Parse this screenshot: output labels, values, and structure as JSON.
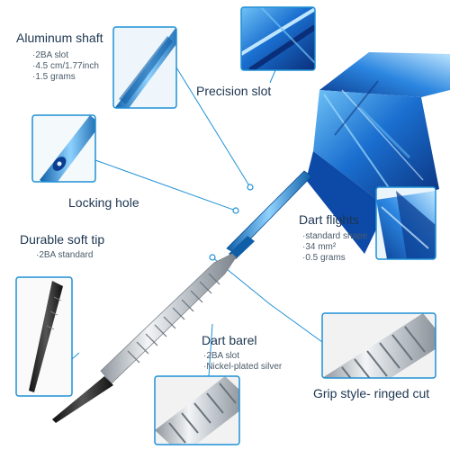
{
  "aluminum_shaft": {
    "title": "Aluminum shaft",
    "specs": [
      "·2BA slot",
      "·4.5 cm/1.77inch",
      "·1.5 grams"
    ]
  },
  "precision_slot": {
    "title": "Precision slot"
  },
  "locking_hole": {
    "title": "Locking hole"
  },
  "soft_tip": {
    "title": "Durable soft tip",
    "specs": [
      "·2BA standard"
    ]
  },
  "dart_flights": {
    "title": "Dart flights",
    "specs": [
      "·standard shape",
      "·34 mm²",
      "·0.5 grams"
    ]
  },
  "dart_barrel": {
    "title": "Dart barel",
    "specs": [
      "·2BA slot",
      "·Nickel-plated silver"
    ]
  },
  "grip_style": {
    "title": "Grip style- ringed cut"
  },
  "colors": {
    "accent": "#1e90d6",
    "flight_dark": "#0b3d91",
    "flight_light": "#4fb3f0",
    "metal": "#c9ced4",
    "tip": "#222222"
  }
}
